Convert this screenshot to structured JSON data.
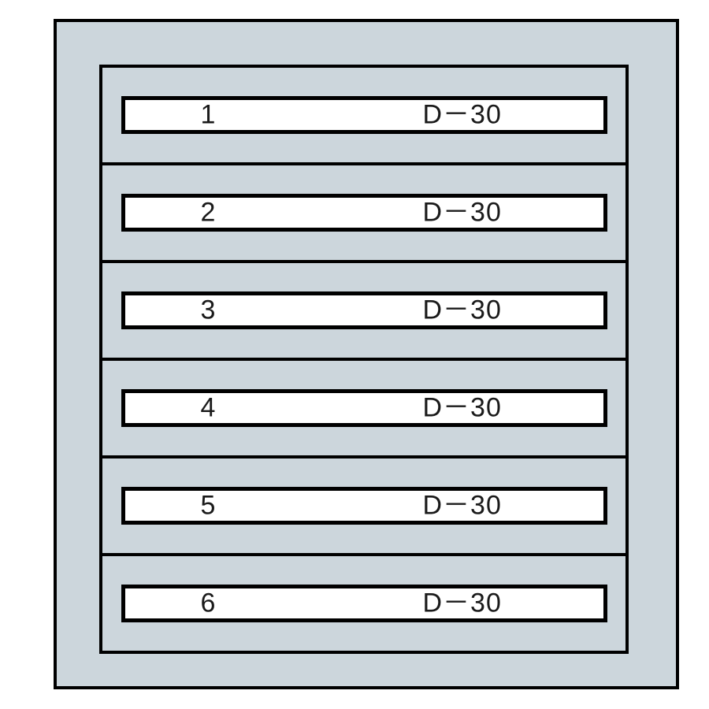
{
  "unit": {
    "name": "six-slot-panel",
    "frame_color": "#000000",
    "body_color": "#ccd6dc",
    "plate_color": "#ffffff",
    "text_color": "#1a1a1a"
  },
  "slots": [
    {
      "number": "1",
      "code": "D－30"
    },
    {
      "number": "2",
      "code": "D－30"
    },
    {
      "number": "3",
      "code": "D－30"
    },
    {
      "number": "4",
      "code": "D－30"
    },
    {
      "number": "5",
      "code": "D－30"
    },
    {
      "number": "6",
      "code": "D－30"
    }
  ]
}
